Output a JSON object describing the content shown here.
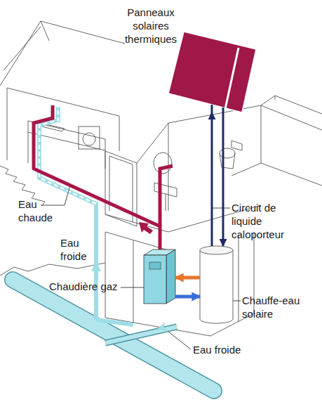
{
  "diagram": {
    "nodes": [
      {
        "text": [
          "Panneaux solaires thermiques"
        ]
      },
      {
        "text": [
          "Chaudière gaz"
        ]
      },
      {
        "text": [
          "Chauffe-eau solaire"
        ]
      }
    ],
    "edges": [
      {
        "from": 2,
        "to": 0,
        "arrow": "to",
        "label": "Circuit de liquide caloporteur"
      },
      {
        "from": 0,
        "to": 2,
        "arrow": "to"
      },
      {
        "from": 2,
        "to": 1,
        "arrow": "to"
      },
      {
        "from": 1,
        "to": 2,
        "arrow": "to"
      }
    ],
    "labels": [
      "Eau chaude",
      "Eau froide",
      "Eau froide"
    ]
  }
}
